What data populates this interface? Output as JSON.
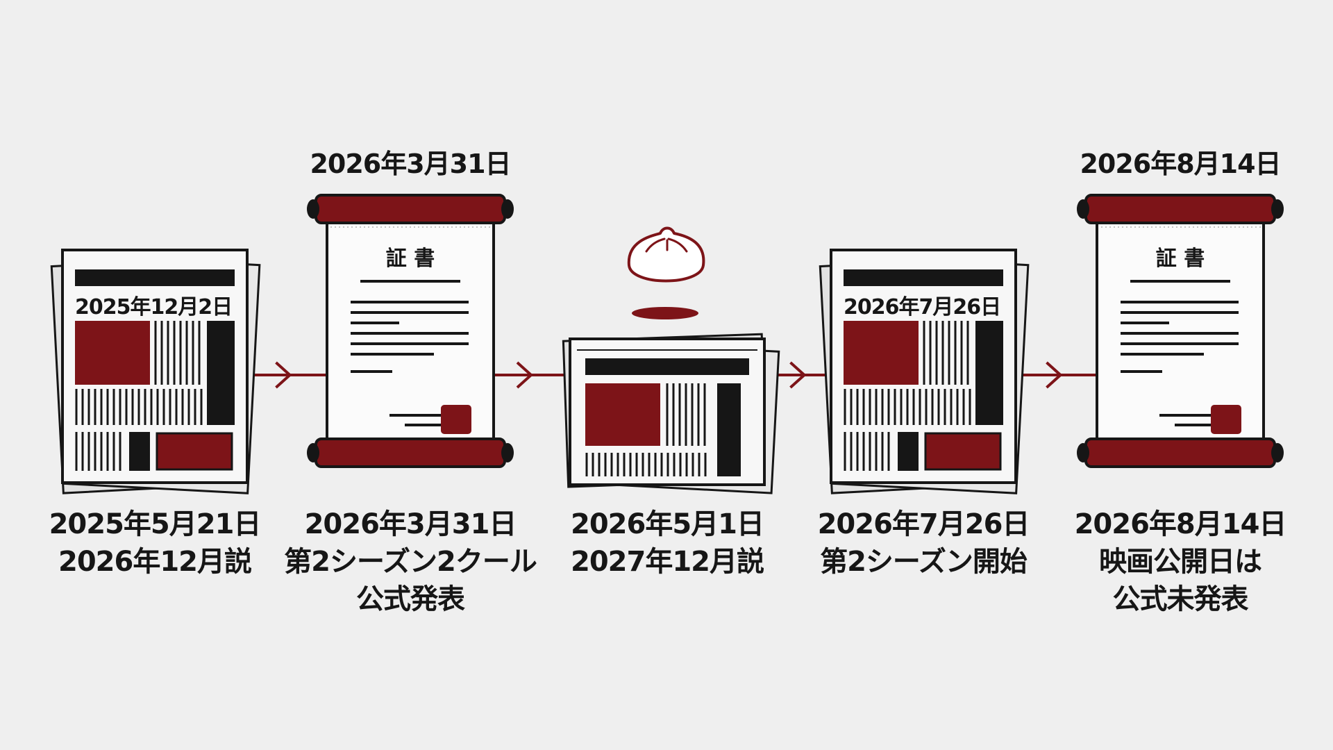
{
  "accent_color": "#7d1418",
  "ink_color": "#161616",
  "background_color": "#efefef",
  "milestones": [
    {
      "kind": "newspaper",
      "icon": "newspaper-icon",
      "headline_date": "2025年12月2日",
      "top_label": "",
      "caption_lines": [
        "2025年5月21日",
        "2026年12月説"
      ]
    },
    {
      "kind": "certificate",
      "icon": "certificate-scroll-icon",
      "cert_title": "証 書",
      "top_label": "2026年3月31日",
      "caption_lines": [
        "2026年3月31日",
        "第2シーズン2クール",
        "公式発表"
      ]
    },
    {
      "kind": "newspaper-folded",
      "icon": "folded-newspaper-icon",
      "extra_icon": "steamed-bun-icon",
      "top_label": "",
      "caption_lines": [
        "2026年5月1日",
        "2027年12月説"
      ]
    },
    {
      "kind": "newspaper",
      "icon": "newspaper-icon",
      "headline_date": "2026年7月26日",
      "top_label": "",
      "caption_lines": [
        "2026年7月26日",
        "第2シーズン開始"
      ]
    },
    {
      "kind": "certificate",
      "icon": "certificate-scroll-icon",
      "cert_title": "証 書",
      "top_label": "2026年8月14日",
      "caption_lines": [
        "2026年8月14日",
        "映画公開日は",
        "公式未発表"
      ]
    }
  ]
}
